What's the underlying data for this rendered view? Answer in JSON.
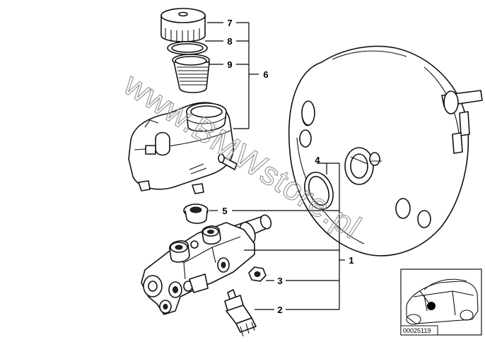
{
  "diagram": {
    "callouts": [
      {
        "id": "c7",
        "label": "7"
      },
      {
        "id": "c8",
        "label": "8"
      },
      {
        "id": "c9",
        "label": "9"
      },
      {
        "id": "c6",
        "label": "6"
      },
      {
        "id": "c4",
        "label": "4"
      },
      {
        "id": "c5",
        "label": "5"
      },
      {
        "id": "c1",
        "label": "1"
      },
      {
        "id": "c3",
        "label": "3"
      },
      {
        "id": "c2",
        "label": "2"
      }
    ],
    "watermark": "www.BMWstore.pl",
    "inset_code": "00025119"
  }
}
